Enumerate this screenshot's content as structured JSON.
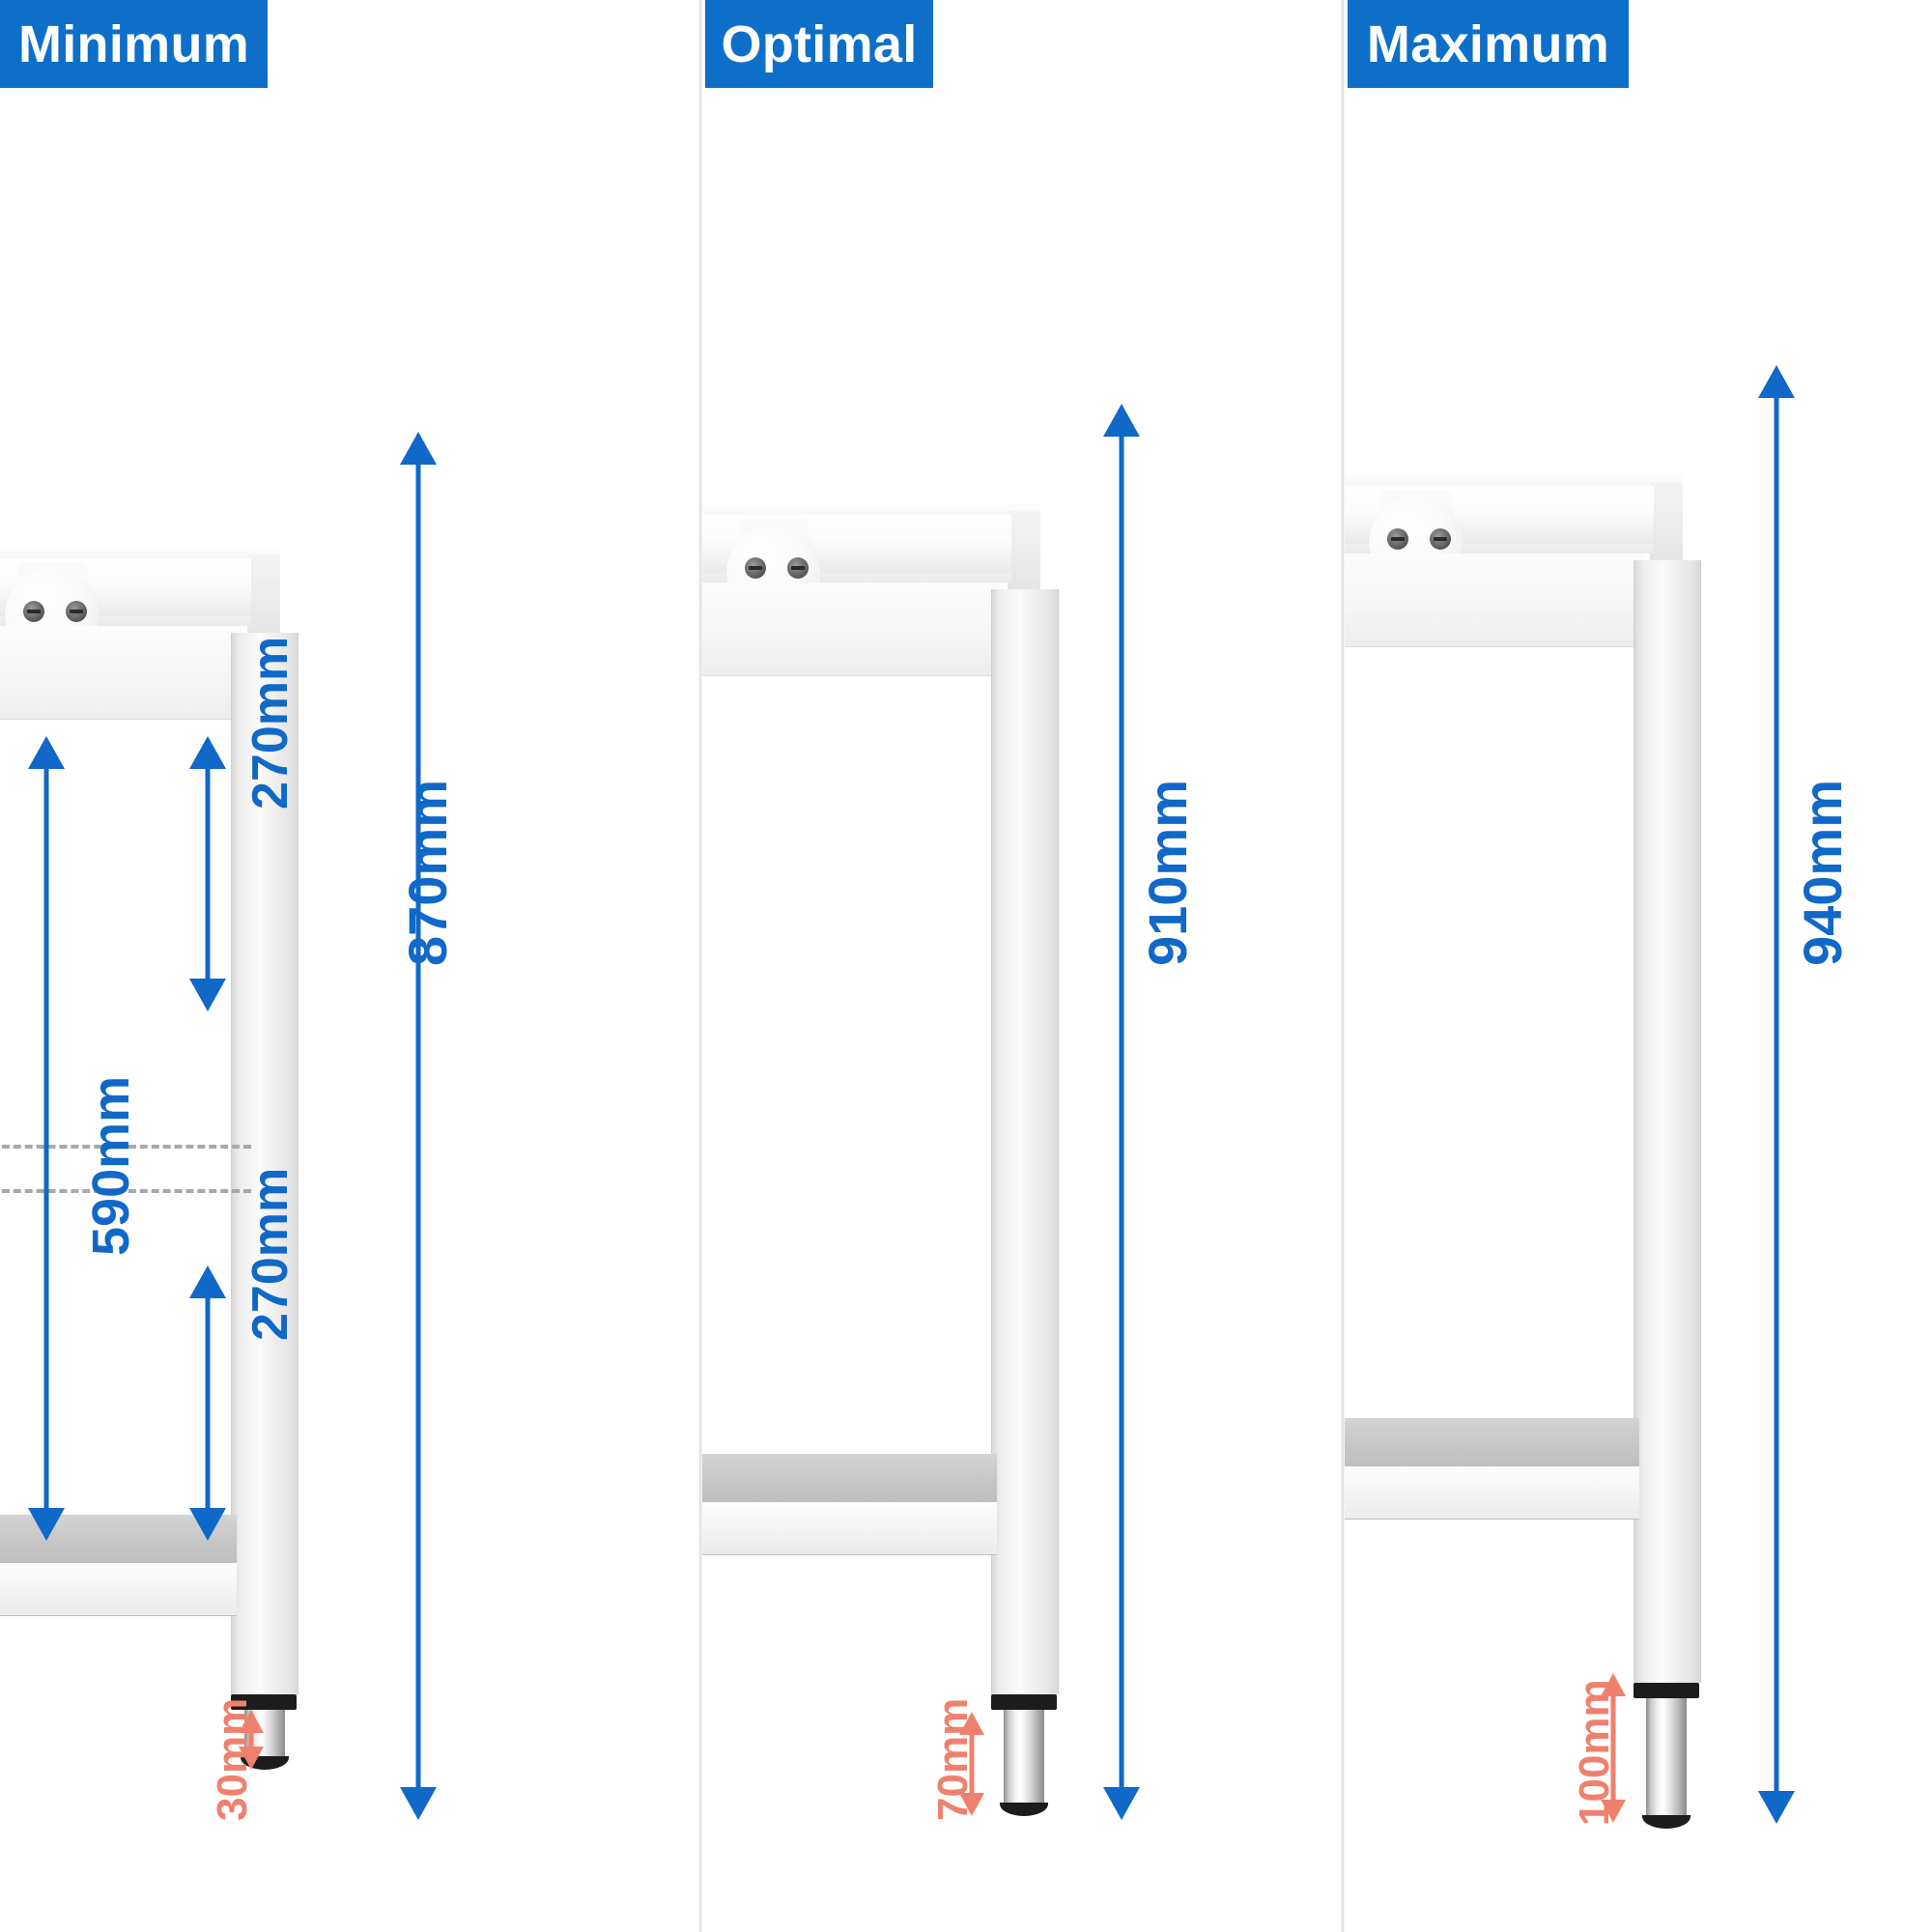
{
  "panels": [
    {
      "id": "minimum",
      "banner_label": "Minimum",
      "total_height": "870mm",
      "foot_adjust": "30mm",
      "interior_total": "590mm",
      "interior_upper": "270mm",
      "interior_lower": "270mm"
    },
    {
      "id": "optimal",
      "banner_label": "Optimal",
      "total_height": "910mm",
      "foot_adjust": "70mm"
    },
    {
      "id": "maximum",
      "banner_label": "Maximum",
      "total_height": "940mm",
      "foot_adjust": "100mm"
    }
  ],
  "colors": {
    "banner_blue": "#0d6fc8",
    "dimension_blue": "#1068c8",
    "adjust_orange": "#f0806e",
    "dashed_gray": "#a8a8a8"
  }
}
